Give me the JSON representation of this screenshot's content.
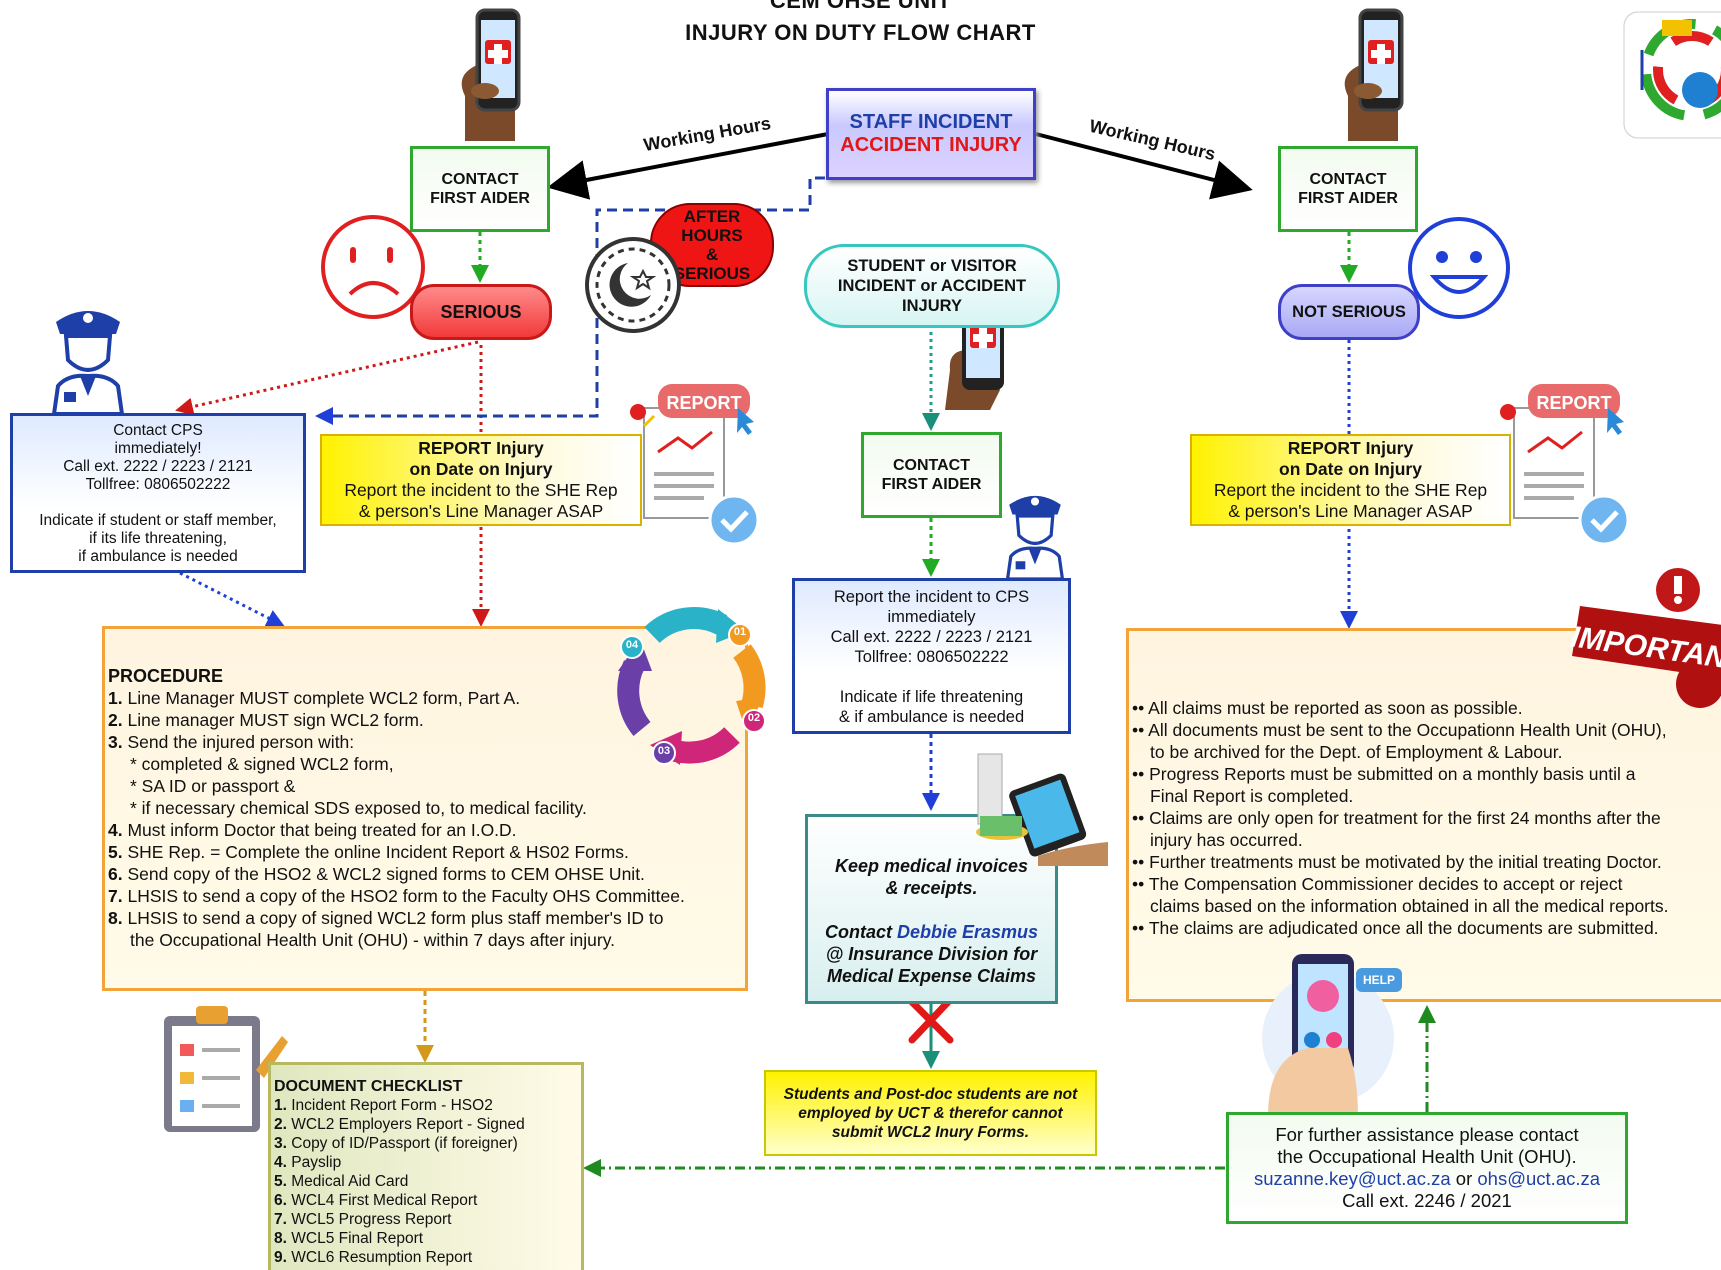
{
  "header": {
    "line1": "CEM OHSE UNIT",
    "line2": "INJURY ON DUTY FLOW CHART"
  },
  "top_box": {
    "line1": "STAFF INCIDENT",
    "line2": "ACCIDENT INJURY"
  },
  "edge_labels": {
    "working_hours_left": "Working Hours",
    "working_hours_right": "Working Hours"
  },
  "left_branch": {
    "contact": [
      "CONTACT",
      "FIRST AIDER"
    ],
    "serious": "SERIOUS",
    "after_hours": [
      "AFTER HOURS",
      "&",
      "SERIOUS"
    ],
    "cps_box": [
      "Contact CPS",
      "immediately!",
      "Call ext. 2222 / 2223 / 2121",
      "Tollfree: 0806502222",
      "",
      "Indicate if student or staff member,",
      "if its life threatening,",
      "if ambulance is needed"
    ],
    "report_box": {
      "title1": "REPORT Injury",
      "title2": "on Date on Injury",
      "body1": "Report the incident to the SHE Rep",
      "body2": "& person's Line Manager ASAP"
    },
    "report_badge": "REPORT"
  },
  "procedure": {
    "heading": "PROCEDURE",
    "items": [
      {
        "n": "1.",
        "t": "Line Manager MUST complete WCL2 form, Part A."
      },
      {
        "n": "2.",
        "t": "Line manager MUST sign WCL2 form."
      },
      {
        "n": "3.",
        "t": "Send the injured person with:"
      },
      {
        "n": "",
        "t": "* completed & signed WCL2 form,",
        "sub": true
      },
      {
        "n": "",
        "t": "* SA ID or passport &",
        "sub": true
      },
      {
        "n": "",
        "t": "* if necessary chemical SDS exposed to, to medical facility.",
        "sub": true
      },
      {
        "n": "4.",
        "t": "Must inform Doctor that being treated for an I.O.D."
      },
      {
        "n": "5.",
        "t": "SHE Rep. = Complete the online Incident Report & HS02 Forms."
      },
      {
        "n": "6.",
        "t": "Send copy of the HSO2 & WCL2 signed forms to CEM OHSE Unit."
      },
      {
        "n": "7.",
        "t": "LHSIS to send a copy of the HSO2 form to the Faculty OHS Committee."
      },
      {
        "n": "8.",
        "t": "LHSIS to send a copy of signed WCL2 form plus staff member's ID to"
      },
      {
        "n": "",
        "t": "the Occupational Health Unit (OHU) - within 7 days after injury.",
        "sub": true
      }
    ],
    "cycle_labels": [
      "01",
      "02",
      "03",
      "04"
    ]
  },
  "checklist": {
    "heading": "DOCUMENT CHECKLIST",
    "items": [
      {
        "n": "1.",
        "t": "Incident Report Form - HSO2"
      },
      {
        "n": "2.",
        "t": "WCL2 Employers Report - Signed"
      },
      {
        "n": "3.",
        "t": "Copy of ID/Passport (if foreigner)"
      },
      {
        "n": "4.",
        "t": "Payslip"
      },
      {
        "n": "5.",
        "t": "Medical Aid Card"
      },
      {
        "n": "6.",
        "t": "WCL4 First Medical Report"
      },
      {
        "n": "7.",
        "t": "WCL5 Progress Report"
      },
      {
        "n": "8.",
        "t": "WCL5 Final Report"
      },
      {
        "n": "9.",
        "t": "WCL6 Resumption Report"
      }
    ]
  },
  "middle_branch": {
    "student_box": [
      "STUDENT or VISITOR",
      "INCIDENT or ACCIDENT",
      "INJURY"
    ],
    "contact": [
      "CONTACT",
      "FIRST AIDER"
    ],
    "cps_box": [
      "Report the incident to CPS",
      "immediately",
      "Call ext. 2222 / 2223 / 2121",
      "Tollfree: 0806502222",
      "",
      "Indicate if life threatening",
      "& if ambulance is needed"
    ],
    "medical_box": {
      "l1": "Keep medical invoices",
      "l2": "& receipts.",
      "l3": "Contact ",
      "name": "Debbie Erasmus",
      "l4": "@ Insurance Division for",
      "l5": "Medical Expense Claims"
    },
    "note": [
      "Students and Post-doc students are not",
      "employed by UCT & therefor cannot",
      "submit WCL2 Inury Forms."
    ]
  },
  "right_branch": {
    "contact": [
      "CONTACT",
      "FIRST AIDER"
    ],
    "not_serious": "NOT SERIOUS",
    "report_box": {
      "title1": "REPORT Injury",
      "title2": "on Date on Injury",
      "body1": "Report the incident to the SHE Rep",
      "body2": "& person's Line Manager ASAP"
    },
    "report_badge": "REPORT",
    "important_stamp": "IMPORTANT",
    "important_items": [
      "All claims must be reported as soon as possible.",
      "All documents must be sent to the Occupationn Health Unit (OHU),",
      "to be archived for the Dept. of Employment & Labour.",
      "Progress Reports must be submitted on a monthly basis until a",
      "Final Report is completed.",
      "Claims are only open for treatment for the first 24 months after the",
      "injury has occurred.",
      "Further treatments must be motivated by the initial treating Doctor.",
      "The Compensation Commissioner decides to accept or reject",
      "claims based on the information obtained in all the medical reports.",
      "The claims are adjudicated once all the documents are submitted."
    ],
    "important_bullets": [
      true,
      true,
      false,
      true,
      false,
      true,
      false,
      true,
      true,
      false,
      true
    ],
    "help_badge": "HELP",
    "contact_box": {
      "l1": "For further  assistance please contact",
      "l2": "the Occupational  Health Unit (OHU).",
      "email1": "suzanne.key@uct.ac.za",
      "or": " or ",
      "email2": "ohs@uct.ac.za",
      "l4": "Call ext. 2246 / 2021"
    }
  },
  "colors": {
    "green": "#2fa82f",
    "blue": "#1f3fa8",
    "red": "#e02020",
    "yellow": "#fff200",
    "orange": "#f2a33a"
  }
}
